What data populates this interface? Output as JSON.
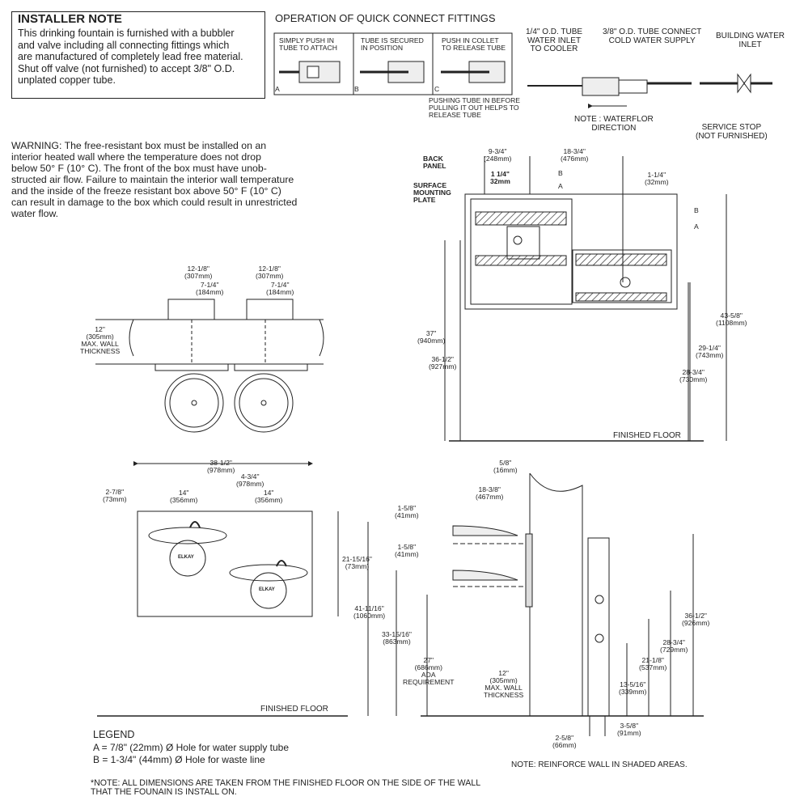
{
  "installer_note": {
    "heading": "INSTALLER NOTE",
    "body": "This drinking fountain is furnished with a bubbler\nand valve including all connecting fittings which\nare manufactured of completely lead free material.\nShut off valve (not furnished) to accept 3/8\" O.D.\nunplated copper tube."
  },
  "fittings": {
    "title": "OPERATION OF QUICK CONNECT FITTINGS",
    "step_a": "SIMPLY PUSH IN\nTUBE TO ATTACH",
    "step_b": "TUBE IS SECURED\nIN POSITION",
    "step_c": "PUSH IN COLLET\nTO RELEASE TUBE",
    "letter_a": "A",
    "letter_b": "B",
    "letter_c": "C",
    "pushing_note": "PUSHING TUBE IN BEFORE\nPULLING IT OUT HELPS TO\nRELEASE TUBE"
  },
  "supply": {
    "tube_1_4": "1/4\" O.D. TUBE\nWATER INLET\nTO COOLER",
    "tube_3_8": "3/8\" O.D. TUBE CONNECT\nCOLD WATER SUPPLY",
    "building_inlet": "BUILDING WATER\nINLET",
    "flow_note": "NOTE : WATERFLOR\nDIRECTION",
    "service_stop": "SERVICE STOP\n(NOT FURNISHED)"
  },
  "warning": "WARNING: The free-resistant box must be installed on an\ninterior heated wall where the temperature does not drop\nbelow 50° F (10° C). The front of the box must have unob-\nstructed air flow. Failure to maintain the interior wall temperature\nand the inside of the freeze resistant box above 50° F (10° C)\ncan result in damage to the box which could result in unrestricted\nwater flow.",
  "top_view": {
    "d1": "12-1/8\"\n(307mm)",
    "d2": "7-1/4\"\n(184mm)",
    "d3": "12-1/8\"\n(307mm)",
    "d4": "7-1/4\"\n(184mm)",
    "wall": "12\"\n(305mm)\nMAX. WALL\nTHICKNESS"
  },
  "back_view": {
    "back_panel": "BACK\nPANEL",
    "surface_plate": "SURFACE\nMOUNTING\nPLATE",
    "d_9_3_4": "9-3/4\"\n(248mm)",
    "d_18_3_4": "18-3/4\"\n(476mm)",
    "d_1_1_4": "1 1/4\"\n32mm",
    "d_1_1_4r": "1-1/4\"\n(32mm)",
    "label_a": "A",
    "label_b": "B",
    "d_37": "37\"\n(940mm)",
    "d_36_1_2": "36-1/2\"\n(927mm)",
    "d_43_5_8": "43-5/8\"\n(1108mm)",
    "d_29_1_4": "29-1/4\"\n(743mm)",
    "d_28_3_4": "28-3/4\"\n(730mm)",
    "finished_floor": "FINISHED FLOOR"
  },
  "front_view": {
    "d_38_1_2": "38-1/2\"\n(978mm)",
    "d_4_3_4": "4-3/4\"\n(978mm)",
    "d_2_7_8": "2-7/8\"\n(73mm)",
    "d_14a": "14\"\n(356mm)",
    "d_14b": "14\"\n(356mm)",
    "d_21_15_16": "21-15/16\"\n(73mm)",
    "brand": "ELKAY",
    "finished_floor": "FINISHED FLOOR"
  },
  "side_view": {
    "d_5_8": "5/8\"\n(16mm)",
    "d_18_3_8": "18-3/8\"\n(467mm)",
    "d_1_5_8a": "1-5/8\"\n(41mm)",
    "d_1_5_8b": "1-5/8\"\n(41mm)",
    "d_41_11_16": "41-11/16\"\n(1060mm)",
    "d_33_15_16": "33-15/16\"\n(863mm)",
    "d_27": "27\"\n(686mm)\nADA\nREQUIREMENT",
    "d_12": "12\"\n(305mm)\nMAX. WALL\nTHICKNESS",
    "d_36_1_2": "36-1/2\"\n(926mm)",
    "d_28_3_4": "28-3/4\"\n(729mm)",
    "d_21_1_8": "21-1/8\"\n(537mm)",
    "d_13_5_16": "13-5/16\"\n(339mm)",
    "d_3_5_8": "3-5/8\"\n(91mm)",
    "d_2_5_8": "2-5/8\"\n(66mm)",
    "reinforce": "NOTE: REINFORCE WALL IN SHADED AREAS."
  },
  "legend": {
    "title": "LEGEND",
    "a": "A = 7/8\" (22mm) Ø Hole for water supply tube",
    "b": "B = 1-3/4\" (44mm) Ø Hole for waste line"
  },
  "footnote": "*NOTE: ALL DIMENSIONS ARE TAKEN FROM THE FINISHED FLOOR ON THE SIDE OF THE WALL\nTHAT THE FOUNAIN IS INSTALL ON."
}
